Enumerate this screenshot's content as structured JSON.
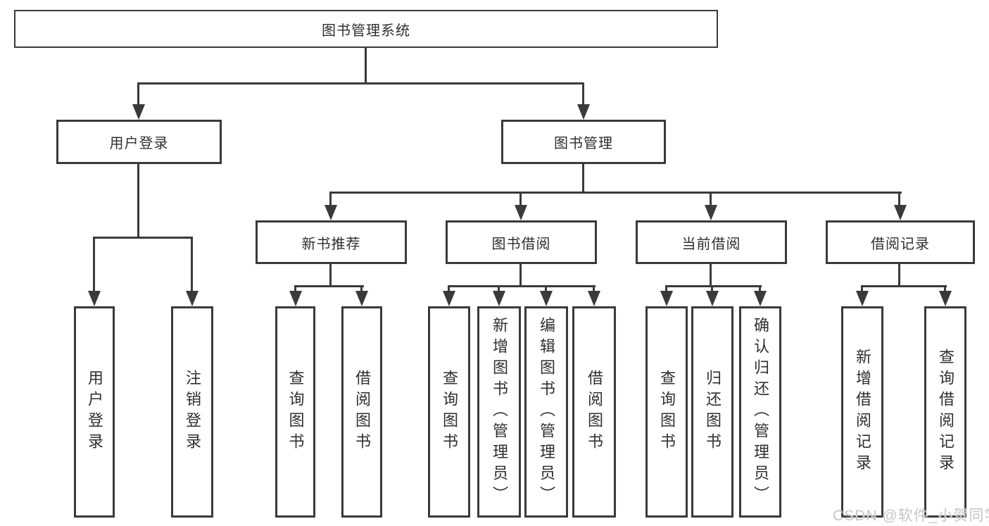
{
  "title": "图书管理系统",
  "tree": {
    "root": {
      "label": "图书管理系统"
    },
    "branches": [
      {
        "label": "用户登录",
        "children": [
          {
            "label": "用户登录"
          },
          {
            "label": "注销登录"
          }
        ]
      },
      {
        "label": "图书管理",
        "children": [
          {
            "label": "新书推荐",
            "children": [
              {
                "label": "查询图书"
              },
              {
                "label": "借阅图书"
              }
            ]
          },
          {
            "label": "图书借阅",
            "children": [
              {
                "label": "查询图书"
              },
              {
                "label": "新增图书（管理员）"
              },
              {
                "label": "编辑图书（管理员）"
              },
              {
                "label": "借阅图书"
              }
            ]
          },
          {
            "label": "当前借阅",
            "children": [
              {
                "label": "查询图书"
              },
              {
                "label": "归还图书"
              },
              {
                "label": "确认归还（管理员）"
              }
            ]
          },
          {
            "label": "借阅记录",
            "children": [
              {
                "label": "新增借阅记录"
              },
              {
                "label": "查询借阅记录"
              }
            ]
          }
        ]
      }
    ]
  },
  "watermark": "CSDN @软件_小贺同学",
  "colors": {
    "line": "#3a3a3a",
    "text": "#2f2f2f",
    "box_fill": "#ffffff",
    "background": "#ffffff",
    "watermark": "#c3c6cb"
  }
}
